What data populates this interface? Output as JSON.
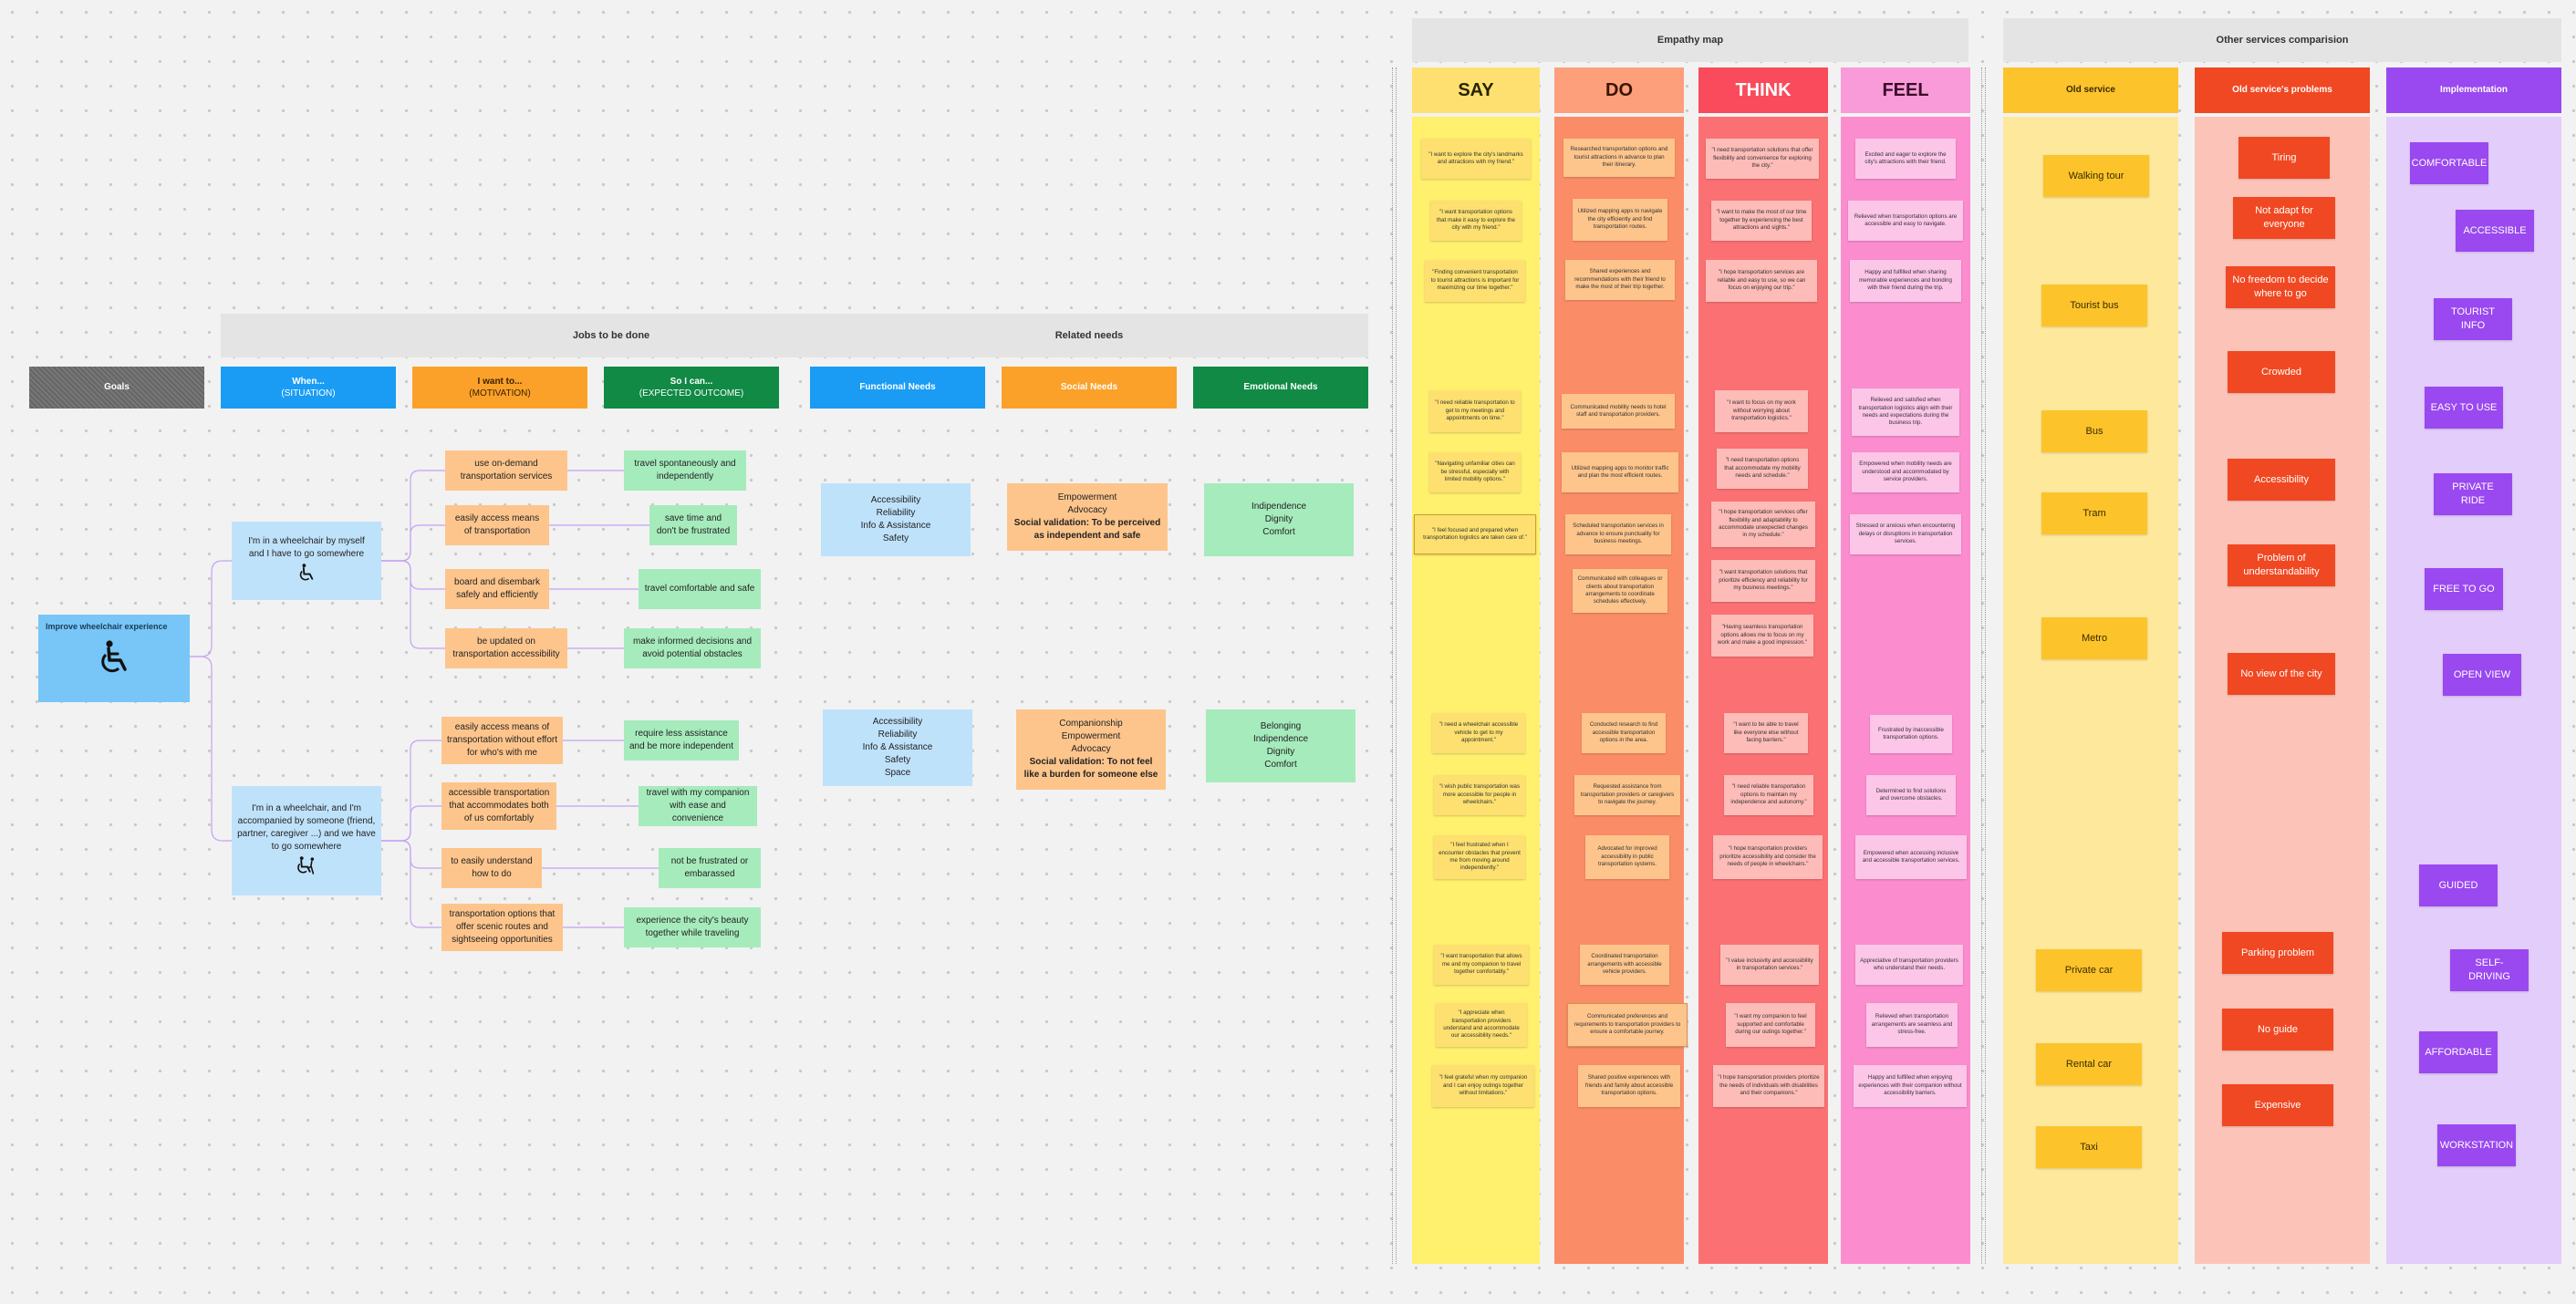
{
  "jobs": {
    "title": "Jobs to be done",
    "goals_header": "Goals",
    "when_header": {
      "title": "When...",
      "sub": "(SITUATION)"
    },
    "want_header": {
      "title": "I want to...",
      "sub": "(MOTIVATION)"
    },
    "cando_header": {
      "title": "So I can...",
      "sub": "(EXPECTED OUTCOME)"
    },
    "goal": "Improve wheelchair experience",
    "situation_1": "I'm in a wheelchair by myself and I have to go somewhere",
    "situation_2": "I'm in a wheelchair, and I'm accompanied by someone (friend, partner, caregiver ...) and we have to go somewhere",
    "motivations_1": [
      "use on-demand transportation services",
      "easily access means of transportation",
      "board and disembark safely and efficiently",
      "be updated on transportation accessibility"
    ],
    "outcomes_1": [
      "travel spontaneously and independently",
      "save time and don't be frustrated",
      "travel comfortable and safe",
      "make informed decisions and avoid potential obstacles"
    ],
    "motivations_2": [
      "easily access means of transportation without effort for who's with me",
      "accessible transportation that accommodates both of us comfortably",
      "to easily understand how to do",
      "transportation options that offer scenic routes and sightseeing opportunities"
    ],
    "outcomes_2": [
      "require less assistance and be more independent",
      "travel with my companion with ease and convenience",
      "not be frustrated or embarassed",
      "experience the city's beauty together while traveling"
    ]
  },
  "needs": {
    "title": "Related needs",
    "functional_header": "Functional Needs",
    "social_header": "Social Needs",
    "emotional_header": "Emotional Needs",
    "functional_1": [
      "Accessibility",
      "Reliability",
      "Info & Assistance",
      "Safety"
    ],
    "social_1": [
      "Empowerment",
      "Advocacy"
    ],
    "social_1_bold": "Social validation: To be perceived as independent and safe",
    "emotional_1": [
      "Indipendence",
      "Dignity",
      "Comfort"
    ],
    "functional_2": [
      "Accessibility",
      "Reliability",
      "Info & Assistance",
      "Safety",
      "Space"
    ],
    "social_2": [
      "Companionship",
      "Empowerment",
      "Advocacy"
    ],
    "social_2_bold": "Social validation: To not feel like a burden for someone else",
    "emotional_2": [
      "Belonging",
      "Indipendence",
      "Dignity",
      "Comfort"
    ]
  },
  "empathy": {
    "title": "Empathy map",
    "say_header": "SAY",
    "do_header": "DO",
    "think_header": "THINK",
    "feel_header": "FEEL",
    "say": [
      "\"I want to explore the city's landmarks and attractions with my friend.\"",
      "\"I want transportation options that make it easy to explore the city with my friend.\"",
      "\"Finding convenient transportation to tourist attractions is important for maximizing our time together.\"",
      "\"I need reliable transportation to get to my meetings and appointments on time.\"",
      "\"Navigating unfamiliar cities can be stressful, especially with limited mobility options.\"",
      "\"I feel focused and prepared when transportation logistics are taken care of.\"",
      "\"I need a wheelchair accessible vehicle to get to my appointment.\"",
      "\"I wish public transportation was more accessible for people in wheelchairs.\"",
      "\"I feel frustrated when I encounter obstacles that prevent me from moving around independently.\"",
      "\"I want transportation that allows me and my companion to travel together comfortably.\"",
      "\"I appreciate when transportation providers understand and accommodate our accessibility needs.\"",
      "\"I feel grateful when my companion and I can enjoy outings together without limitations.\""
    ],
    "do": [
      "Researched transportation options and tourist attractions in advance to plan their itinerary.",
      "Utilized mapping apps to navigate the city efficiently and find transportation routes.",
      "Shared experiences and recommendations with their friend to make the most of their trip together.",
      "Communicated mobility needs to hotel staff and transportation providers.",
      "Utilized mapping apps to monitor traffic and plan the most efficient routes.",
      "Scheduled transportation services in advance to ensure punctuality for business meetings.",
      "Communicated with colleagues or clients about transportation arrangements to coordinate schedules effectively.",
      "Conducted research to find accessible transportation options in the area.",
      "Requested assistance from transportation providers or caregivers to navigate the journey.",
      "Advocated for improved accessibility in public transportation systems.",
      "Coordinated transportation arrangements with accessible vehicle providers.",
      "Communicated preferences and requirements to transportation providers to ensure a comfortable journey.",
      "Shared positive experiences with friends and family about accessible transportation options."
    ],
    "think": [
      "\"I need transportation solutions that offer flexibility and convenience for exploring the city.\"",
      "\"I want to make the most of our time together by experiencing the best attractions and sights.\"",
      "\"I hope transportation services are reliable and easy to use, so we can focus on enjoying our trip.\"",
      "\"I want to focus on my work without worrying about transportation logistics.\"",
      "\"I need transportation options that accommodate my mobility needs and schedule.\"",
      "\"I hope transportation services offer flexibility and adaptability to accommodate unexpected changes in my schedule.\"",
      "\"I want transportation solutions that prioritize efficiency and reliability for my business meetings.\"",
      "\"Having seamless transportation options allows me to focus on my work and make a good impression.\"",
      "\"I want to be able to travel like everyone else without facing barriers.\"",
      "\"I need reliable transportation options to maintain my independence and autonomy.\"",
      "\"I hope transportation providers prioritize accessibility and consider the needs of people in wheelchairs.\"",
      "\"I value inclusivity and accessibility in transportation services.\"",
      "\"I want my companion to feel supported and comfortable during our outings together.\"",
      "\"I hope transportation providers prioritize the needs of individuals with disabilities and their companions.\""
    ],
    "feel": [
      "Excited and eager to explore the city's attractions with their friend.",
      "Relieved when transportation options are accessible and easy to navigate.",
      "Happy and fulfilled when sharing memorable experiences and bonding with their friend during the trip.",
      "Relieved and satisfied when transportation logistics align with their needs and expectations during the business trip.",
      "Empowered when mobility needs are understood and accommodated by service providers.",
      "Stressed or anxious when encountering delays or disruptions in transportation services.",
      "Frustrated by inaccessible transportation options.",
      "Determined to find solutions and overcome obstacles.",
      "Empowered when accessing inclusive and accessible transportation services.",
      "Appreciative of transportation providers who understand their needs.",
      "Relieved when transportation arrangements are seamless and stress-free.",
      "Happy and fulfilled when enjoying experiences with their companion without accessibility barriers."
    ]
  },
  "services": {
    "title": "Other services comparision",
    "old_header": "Old service",
    "problems_header": "Old service's problems",
    "impl_header": "Implementation",
    "old": [
      "Walking tour",
      "Tourist bus",
      "Bus",
      "Tram",
      "Metro",
      "Private car",
      "Rental car",
      "Taxi"
    ],
    "problems": [
      "Tiring",
      "Not adapt for everyone",
      "No freedom to decide where to go",
      "Crowded",
      "Accessibility",
      "Problem of understandability",
      "No view of the city",
      "Parking problem",
      "No guide",
      "Expensive"
    ],
    "impl": [
      "COMFORTABLE",
      "ACCESSIBLE",
      "TOURIST INFO",
      "EASY TO USE",
      "PRIVATE RIDE",
      "FREE TO GO",
      "OPEN VIEW",
      "GUIDED",
      "SELF-DRIVING",
      "AFFORDABLE",
      "WORKSTATION"
    ]
  },
  "colors": {
    "say": "#fde070",
    "say_lane": "#fff06e",
    "do": "#fd9f7b",
    "do_lane": "#fb8c68",
    "think": "#f94b5b",
    "think_lane": "#fb7173",
    "feel": "#f99bd8",
    "feel_lane": "#fb8dcf",
    "old": "#fcc42a",
    "old_lane": "#fde89c",
    "problems": "#f04822",
    "problems_lane": "#fcc4b8",
    "impl": "#9a48f0",
    "impl_lane": "#e3cdfa"
  }
}
